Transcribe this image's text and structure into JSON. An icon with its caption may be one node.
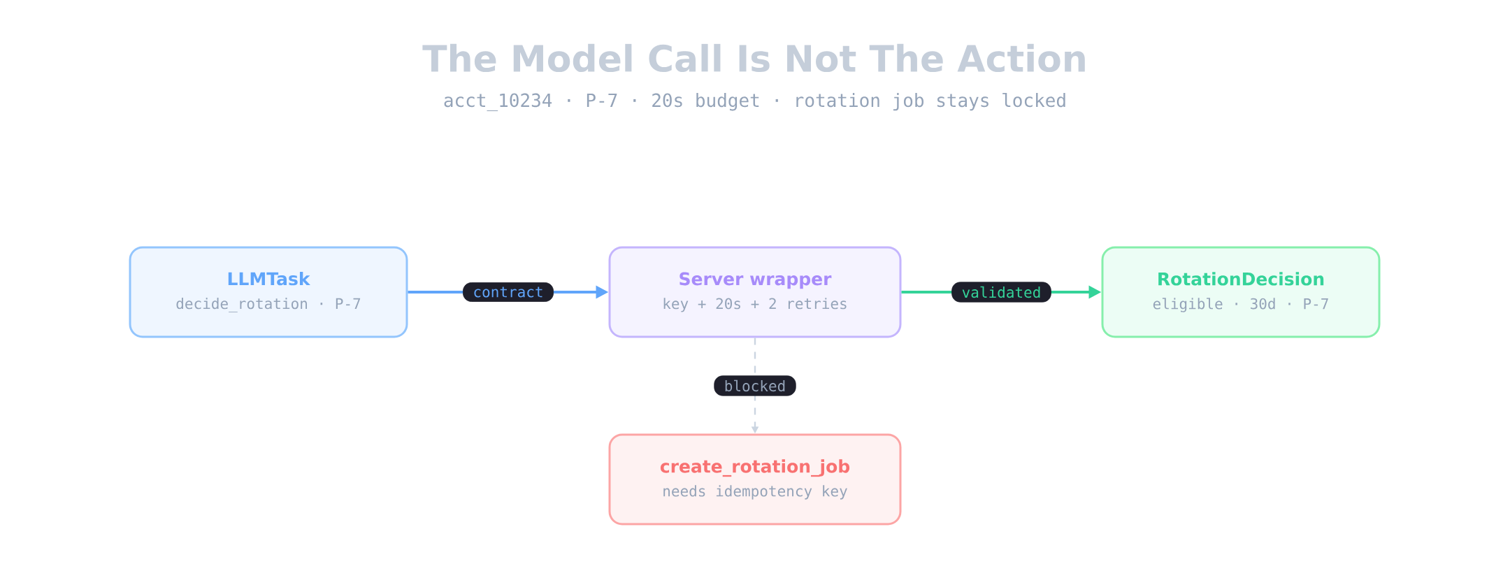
{
  "diagram": {
    "title": "The Model Call Is Not The Action",
    "caption": "acct_10234 · P-7 · 20s budget · rotation job stays locked",
    "nodes": [
      {
        "text": [
          "LLMTask",
          "decide_rotation · P-7"
        ]
      },
      {
        "text": [
          "Server wrapper",
          "key + 20s + 2 retries"
        ]
      },
      {
        "text": [
          "RotationDecision",
          "eligible · 30d · P-7"
        ]
      },
      {
        "text": [
          "create_rotation_job",
          "needs idempotency key"
        ]
      }
    ],
    "edges": [
      {
        "from": 0,
        "to": 1,
        "arrow": "to",
        "label": "contract",
        "color": "#60a5fa"
      },
      {
        "from": 1,
        "to": 2,
        "arrow": "to",
        "label": "validated",
        "color": "#34d399"
      },
      {
        "from": 1,
        "to": 3,
        "arrow": "to",
        "label": "blocked",
        "style": "dashed",
        "color": "#cbd5e1"
      }
    ]
  }
}
